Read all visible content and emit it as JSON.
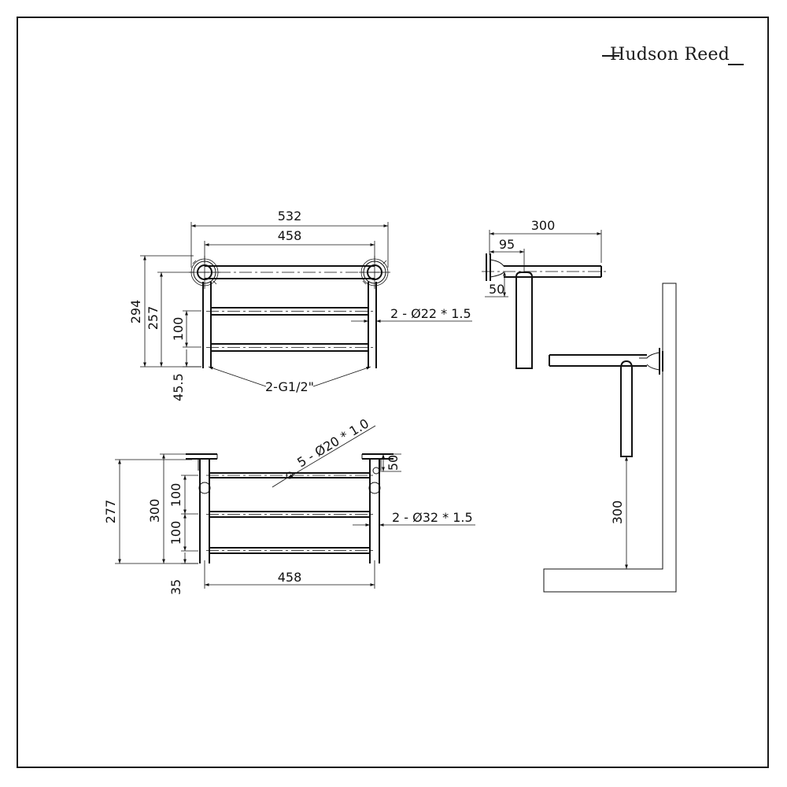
{
  "brand": {
    "name": "Hudson Reed"
  },
  "top_view": {
    "overall_width": "532",
    "bar_width": "458",
    "overall_height": "294",
    "upper_height": "257",
    "rail_spacing": "100",
    "bottom_offset": "45.5",
    "inlets": "2-G1/2\"",
    "rail_spec": "2 - Ø22 * 1.5"
  },
  "front_view": {
    "crossbar_spec": "5 - Ø20 * 1.0",
    "bracket_height": "50",
    "overall_height": "277",
    "post_height": "300",
    "rail_spacing_upper": "100",
    "rail_spacing_lower": "100",
    "bottom_offset": "35",
    "width": "458",
    "post_spec": "2 - Ø32 * 1.5"
  },
  "side_view": {
    "depth": "300",
    "bracket_offset": "95",
    "bracket_drop": "50"
  },
  "install_view": {
    "height_above_floor": "300"
  }
}
